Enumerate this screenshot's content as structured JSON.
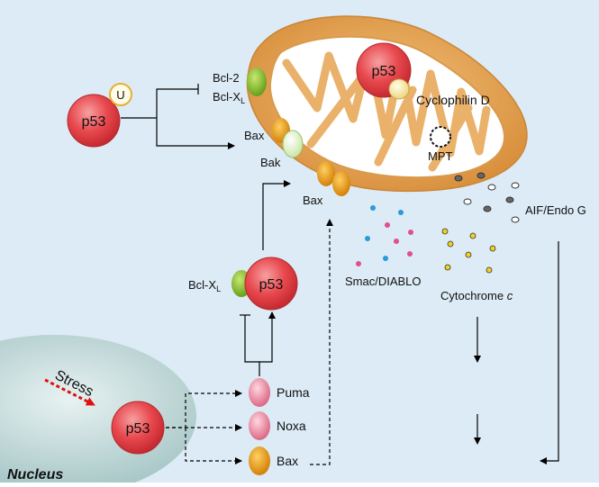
{
  "nucleus": {
    "label": "Nucleus",
    "stress_label": "Stress"
  },
  "p53_labels": {
    "top_left": "p53",
    "mito": "p53",
    "middle": "p53",
    "nucleus": "p53"
  },
  "ubiquitin": "U",
  "mito_labels": {
    "bcl2": "Bcl-2",
    "bclxl_prefix": "Bcl-X",
    "bclxl_sub": "L",
    "bax_top": "Bax",
    "bak": "Bak",
    "bax_bottom": "Bax",
    "cyclophilin": "Cyclophilin  D",
    "mpt": "MPT"
  },
  "middle_complex": {
    "bclxl_prefix": "Bcl-X",
    "bclxl_sub": "L"
  },
  "released": {
    "smac": "Smac/DIABLO",
    "cyto_prefix": "Cytochrome ",
    "cyto_italic": "c",
    "aif": "AIF/Endo G"
  },
  "targets": {
    "puma": "Puma",
    "noxa": "Noxa",
    "bax": "Bax"
  },
  "colors": {
    "background": "#dcebf5",
    "p53": "#e8494f",
    "mito_outer": "#e9aa5c",
    "green_protein": "#80b828",
    "bax_orange": "#e89a10",
    "pink_protein": "#e37f9c",
    "nucleus": "#a9c8c8"
  }
}
